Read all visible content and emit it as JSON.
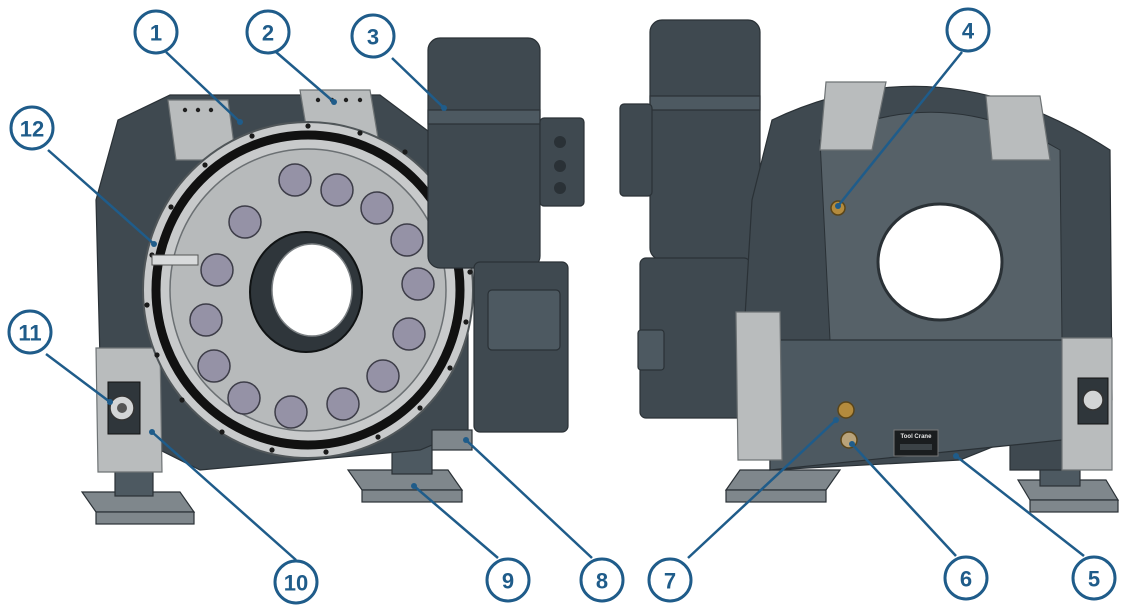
{
  "callouts": [
    {
      "id": "1",
      "label": "1"
    },
    {
      "id": "2",
      "label": "2"
    },
    {
      "id": "3",
      "label": "3"
    },
    {
      "id": "4",
      "label": "4"
    },
    {
      "id": "5",
      "label": "5"
    },
    {
      "id": "6",
      "label": "6"
    },
    {
      "id": "7",
      "label": "7"
    },
    {
      "id": "8",
      "label": "8"
    },
    {
      "id": "9",
      "label": "9"
    },
    {
      "id": "10",
      "label": "10"
    },
    {
      "id": "11",
      "label": "11"
    },
    {
      "id": "12",
      "label": "12"
    }
  ],
  "nameplate": {
    "brand_text": "Tool Crane"
  },
  "colors": {
    "callout": "#1f5c8a",
    "housing": "#3f4950",
    "steel_plate": "#b9bcbd",
    "pockets": "#9592a6",
    "background": "#ffffff"
  }
}
